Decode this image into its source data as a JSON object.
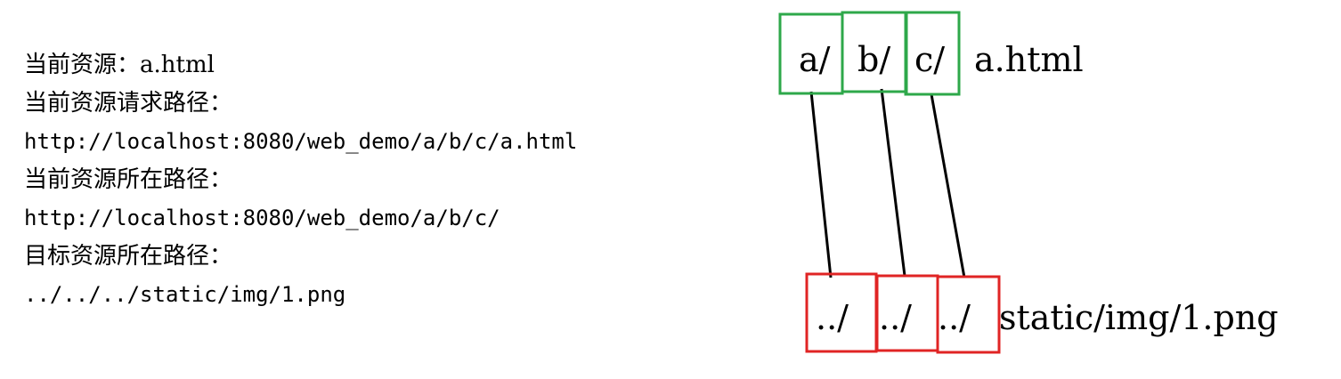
{
  "notes": {
    "current_resource": "当前资源：a.html",
    "current_request_path_label": "当前资源请求路径：",
    "current_request_path": "http://localhost:8080/web_demo/a/b/c/a.html",
    "current_dir_label": "当前资源所在路径：",
    "current_dir": "http://localhost:8080/web_demo/a/b/c/",
    "target_dir_label": "目标资源所在路径：",
    "target_path": "../../../static/img/1.png"
  },
  "diagram": {
    "source_segments": [
      "a/",
      "b/",
      "c/"
    ],
    "source_file": "a.html",
    "target_segments": [
      "../",
      "../",
      "../"
    ],
    "target_rest": "static/img/1.png",
    "colors": {
      "source_box": "#2ea84a",
      "target_box": "#e02424",
      "connector": "#000000"
    }
  }
}
